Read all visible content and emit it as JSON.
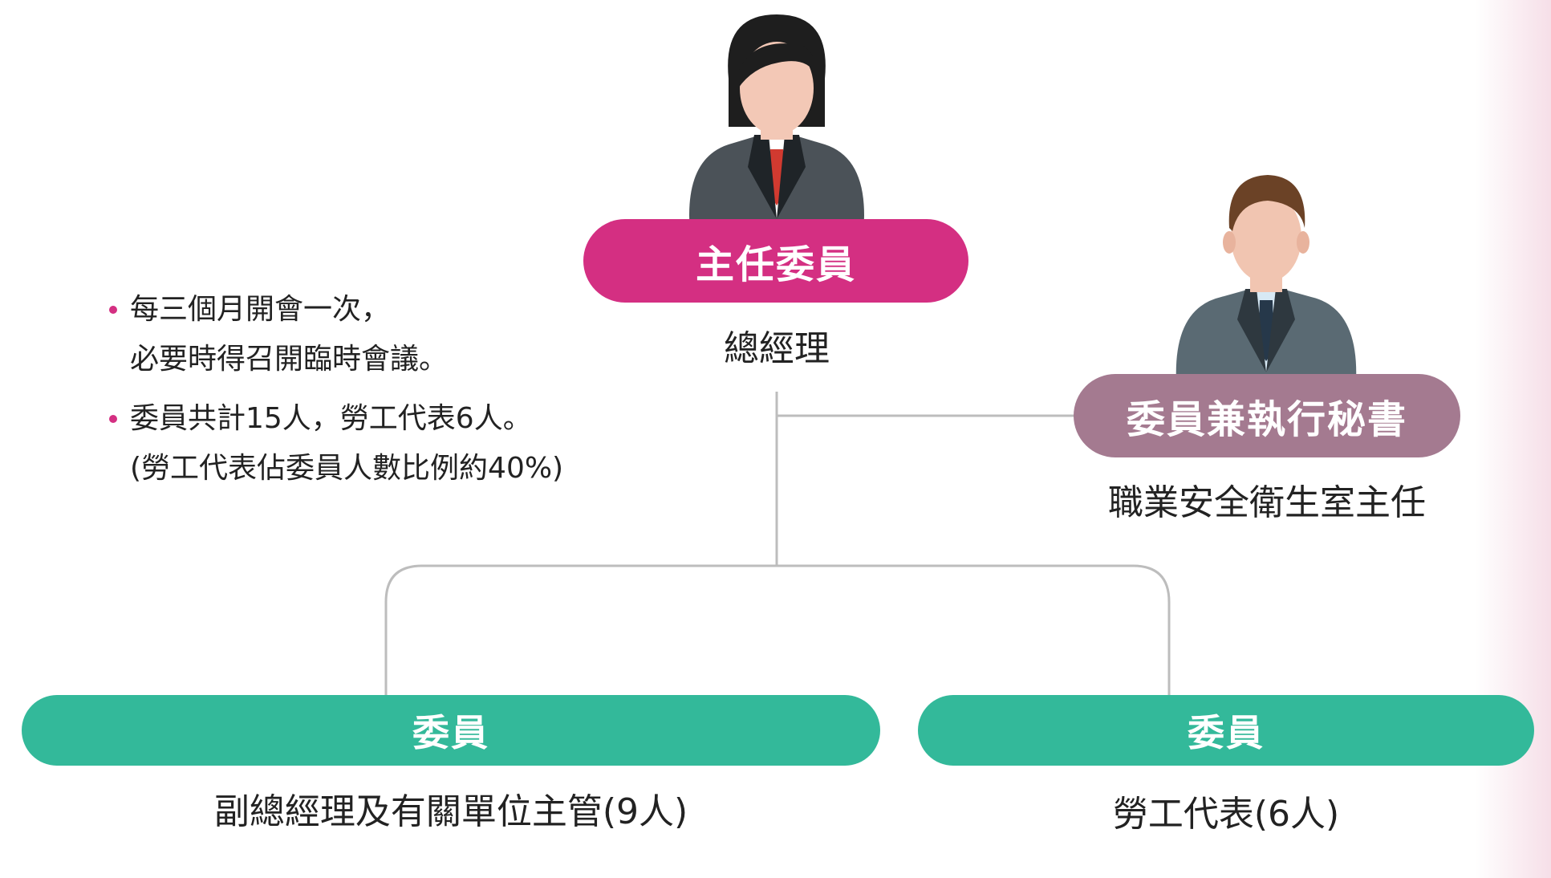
{
  "colors": {
    "chair": "#d42f82",
    "secretary": "#a47a90",
    "member": "#33b99a",
    "connector": "#bdbdbd",
    "bullet": "#d42f82"
  },
  "notes": [
    {
      "lines": [
        "每三個月開會一次，",
        "必要時得召開臨時會議。"
      ]
    },
    {
      "lines": [
        "委員共計15人，勞工代表6人。",
        "(勞工代表佔委員人數比例約40%)"
      ]
    }
  ],
  "chair": {
    "role": "主任委員",
    "title": "總經理",
    "icon": "businesswoman-icon"
  },
  "secretary": {
    "role": "委員兼執行秘書",
    "title": "職業安全衛生室主任",
    "icon": "businessman-icon"
  },
  "members": [
    {
      "role": "委員",
      "title": "副總經理及有關單位主管(9人)"
    },
    {
      "role": "委員",
      "title": "勞工代表(6人)"
    }
  ]
}
